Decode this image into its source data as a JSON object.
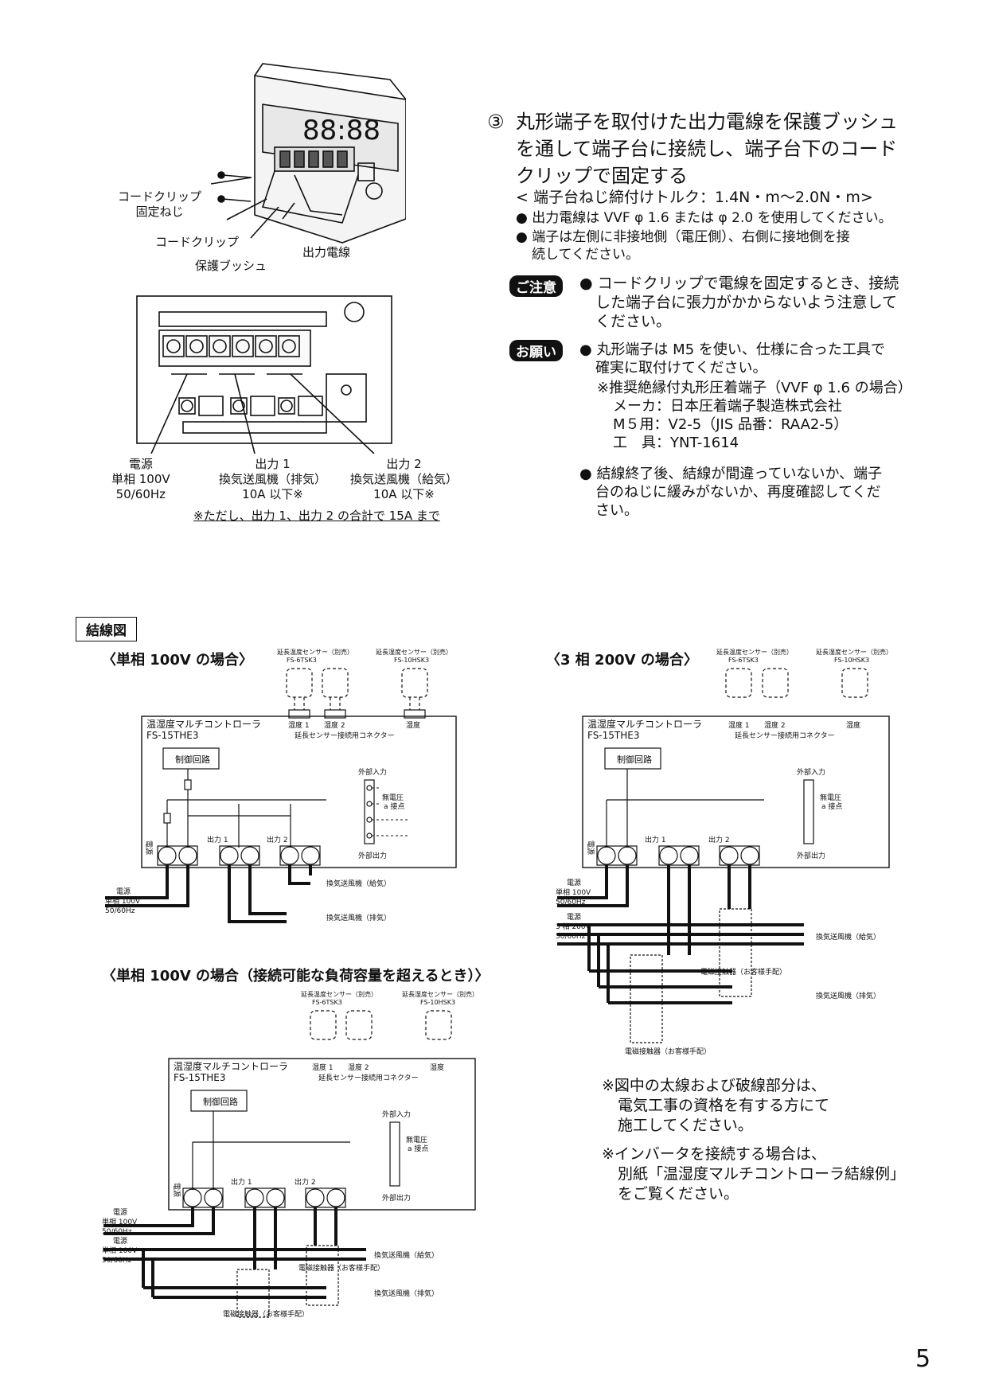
{
  "top_figure": {
    "labels": {
      "cord_clip_screw": [
        "コードクリップ",
        "固定ねじ"
      ],
      "cord_clip": "コードクリップ",
      "bushing": "保護ブッシュ",
      "output_wire": "出力電線"
    }
  },
  "terminal_figure": {
    "power": [
      "電源",
      "単相 100V",
      "50/60Hz"
    ],
    "out1": [
      "出力 1",
      "換気送風機（排気）",
      "10A 以下※"
    ],
    "out2": [
      "出力 2",
      "換気送風機（給気）",
      "10A 以下※"
    ],
    "footnote": "※ただし、出力 1、出力 2 の合計で 15A まで"
  },
  "step3": {
    "number": "③",
    "lines": [
      "丸形端子を取付けた出力電線を保護ブッシュ",
      "を通して端子台に接続し、端子台下のコード",
      "クリップで固定する"
    ],
    "torque": "< 端子台ねじ締付けトルク：1.4N・m〜2.0N・m>",
    "bullets": [
      [
        "出力電線は VVF φ 1.6 または φ 2.0 を使用してください。"
      ],
      [
        "端子は左側に非接地側（電圧側）、右側に接地側を接",
        "続してください。"
      ]
    ]
  },
  "caution": {
    "tag": "ご注意",
    "lines": [
      "コードクリップで電線を固定するとき、接続",
      "した端子台に張力がかからないよう注意して",
      "ください。"
    ]
  },
  "request": {
    "tag": "お願い",
    "bullet1": [
      "丸形端子は M5 を使い、仕様に合った工具で",
      "確実に取付けてください。"
    ],
    "sub": [
      "※推奨絶縁付丸形圧着端子（VVF φ 1.6 の場合）",
      "メーカ：日本圧着端子製造株式会社",
      "M５用：V2-5（JIS 品番：RAA2-5）",
      "工　具：YNT-1614"
    ],
    "bullet2": [
      "結線終了後、結線が間違っていないか、端子",
      "台のねじに緩みがないか、再度確認してくだ",
      "さい。"
    ]
  },
  "wiring": {
    "section_title": "結線図",
    "diagram_a_title": "〈単相 100V の場合〉",
    "diagram_b_title": "〈3 相 200V の場合〉",
    "diagram_c_title": "〈単相 100V の場合（接続可能な負荷容量を超えるとき）〉",
    "sensor1_label": [
      "延長温度センサー（別売）",
      "FS-6TSK3"
    ],
    "sensor2_label": [
      "延長湿度センサー（別売）",
      "FS-10HSK3"
    ],
    "controller": [
      "温湿度マルチコントローラ",
      "FS-15THE3"
    ],
    "connector_names": [
      "湿度 1",
      "湿度 2",
      "湿度"
    ],
    "connector_caption": "延長センサー接続用コネクター",
    "control_circuit": "制御回路",
    "ext_in": "外部入力",
    "ext_out": "外部出力",
    "dry_contact": [
      "無電圧",
      "a 接点"
    ],
    "t_power": "電源",
    "t_out1": "出力 1",
    "t_out2": "出力 2",
    "power_1ph": [
      "電源",
      "単相 100V",
      "50/60Hz"
    ],
    "power_3ph": [
      "電源",
      "3 相 200V",
      "50/60Hz"
    ],
    "fan_supply": "換気送風機（給気）",
    "fan_exhaust": "換気送風機（排気）",
    "contactor": "電磁接触器（お客様手配）"
  },
  "notes": {
    "n1": [
      "※図中の太線および破線部分は、",
      "電気工事の資格を有する方にて",
      "施工してください。"
    ],
    "n2": [
      "※インバータを接続する場合は、",
      "別紙「温湿度マルチコントローラ結線例」",
      "をご覧ください。"
    ]
  },
  "page_number": "5"
}
